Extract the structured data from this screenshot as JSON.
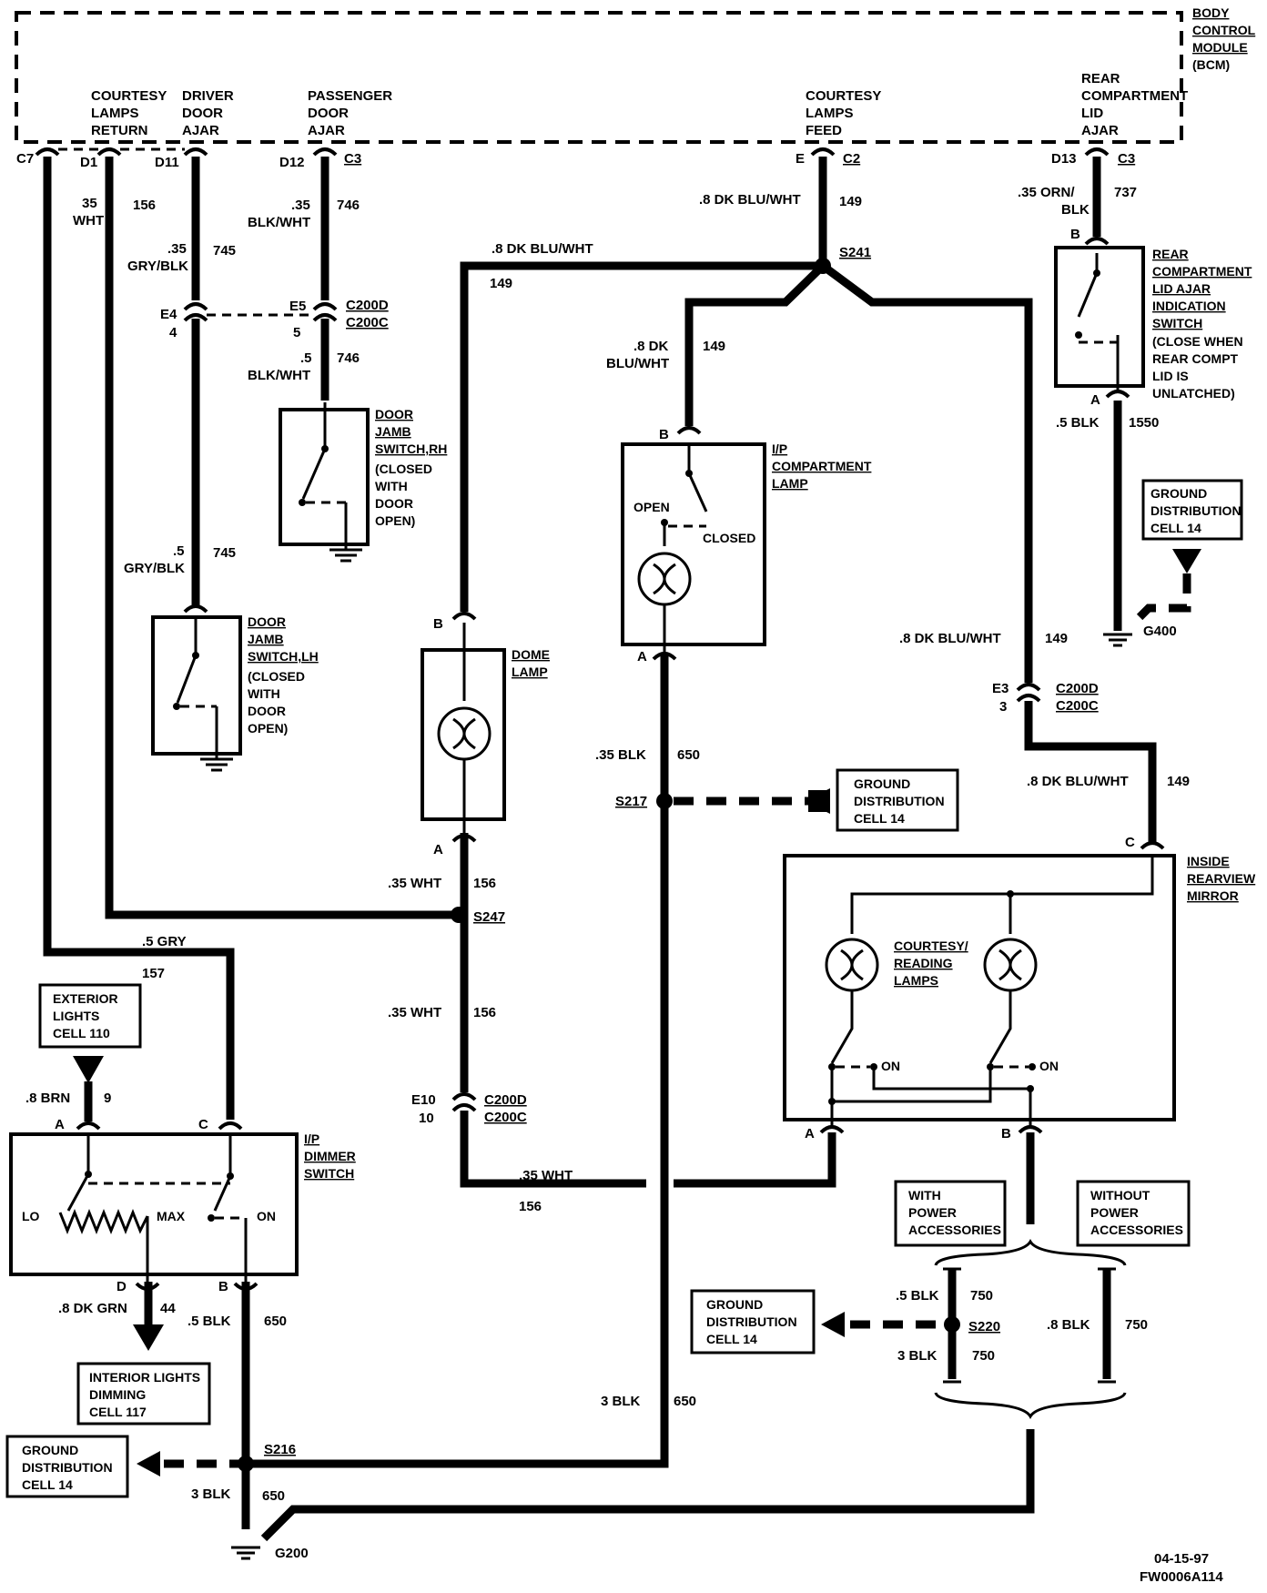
{
  "bcm": {
    "label": "BODY CONTROL MODULE (BCM)",
    "lines": [
      "BODY",
      "CONTROL",
      "MODULE",
      "(BCM)"
    ]
  },
  "pins": {
    "c7": "C7",
    "d1": "D1",
    "d11": "D11",
    "d12": "D12",
    "c3": "C3",
    "e": "E",
    "c2": "C2",
    "d13": "D13",
    "c3b": "C3"
  },
  "bcm_labels": {
    "courtesy_return": [
      "COURTESY",
      "LAMPS",
      "RETURN"
    ],
    "driver_door": [
      "DRIVER",
      "DOOR",
      "AJAR"
    ],
    "passenger_door": [
      "PASSENGER",
      "DOOR",
      "AJAR"
    ],
    "courtesy_feed": [
      "COURTESY",
      "LAMPS",
      "FEED"
    ],
    "rear_lid": [
      "REAR",
      "COMPARTMENT",
      "LID",
      "AJAR"
    ]
  },
  "wires": {
    "w156_top": [
      "35",
      "WHT",
      "156"
    ],
    "w745_top": [
      ".35",
      "GRY/BLK",
      "745"
    ],
    "w746_top": [
      ".35",
      "BLK/WHT",
      "746"
    ],
    "w746_low": [
      ".5",
      "BLK/WHT",
      "746"
    ],
    "w745_low": [
      ".5",
      "GRY/BLK",
      "745"
    ],
    "w149_feed": [
      ".8  DK  BLU/WHT",
      "149"
    ],
    "w737": [
      ".35  ORN/",
      "BLK",
      "737"
    ],
    "w1550": [
      ".5  BLK",
      "1550"
    ],
    "w149_dome": [
      ".8  DK  BLU/WHT",
      "149"
    ],
    "w149_ip": [
      ".8  DK",
      "BLU/WHT",
      "149"
    ],
    "w149_right": [
      ".8  DK  BLU/WHT",
      "149"
    ],
    "w149_mirror": [
      ".8  DK  BLU/WHT",
      "149"
    ],
    "w650_ip": [
      ".35  BLK",
      "650"
    ],
    "w156_s247": [
      ".35  WHT",
      "156"
    ],
    "w156_low": [
      ".35  WHT",
      "156"
    ],
    "w157": [
      ".5  GRY",
      "157"
    ],
    "w9": [
      ".8 BRN",
      "9"
    ],
    "w156_bottom": [
      ".35  WHT",
      "156"
    ],
    "w44": [
      ".8  DK  GRN",
      "44"
    ],
    "w650_dim": [
      ".5  BLK",
      "650"
    ],
    "w650_3blk": [
      "3 BLK",
      "650"
    ],
    "w650_g200": [
      "3 BLK",
      "650"
    ],
    "w750_a": [
      ".5 BLK",
      "750"
    ],
    "w750_b": [
      "3 BLK",
      "750"
    ],
    "w750_c": [
      ".8 BLK",
      "750"
    ]
  },
  "connectors": {
    "e4": [
      "E4",
      "4"
    ],
    "e5": [
      "E5",
      "5"
    ],
    "c200_a": [
      "C200D",
      "C200C"
    ],
    "e3": [
      "E3",
      "3"
    ],
    "c200_b": [
      "C200D",
      "C200C"
    ],
    "e10": [
      "E10",
      "10"
    ],
    "c200_c": [
      "C200D",
      "C200C"
    ]
  },
  "splices": {
    "s241": "S241",
    "s247": "S247",
    "s217": "S217",
    "s216": "S216",
    "s220": "S220"
  },
  "grounds": {
    "g400": "G400",
    "g200": "G200"
  },
  "components": {
    "rear_lid_switch": {
      "title": [
        "REAR",
        "COMPARTMENT",
        "LID AJAR",
        "INDICATION",
        "SWITCH"
      ],
      "note": [
        "(CLOSE  WHEN",
        "REAR  COMPT",
        "LID  IS",
        "UNLATCHED)"
      ],
      "pins": [
        "B",
        "A"
      ]
    },
    "door_jamb_rh": {
      "title": [
        "DOOR",
        "JAMB",
        "SWITCH,RH"
      ],
      "note": [
        "(CLOSED",
        "WITH",
        "DOOR",
        "OPEN)"
      ]
    },
    "door_jamb_lh": {
      "title": [
        "DOOR",
        "JAMB",
        "SWITCH,LH"
      ],
      "note": [
        "(CLOSED",
        "WITH",
        "DOOR",
        "OPEN)"
      ]
    },
    "ip_lamp": {
      "title": [
        "I/P",
        "COMPARTMENT",
        "LAMP"
      ],
      "open": "OPEN",
      "closed": "CLOSED",
      "pins": [
        "B",
        "A"
      ]
    },
    "dome_lamp": {
      "title": [
        "DOME",
        "LAMP"
      ],
      "pins": [
        "B",
        "A"
      ]
    },
    "mirror": {
      "title": [
        "INSIDE",
        "REARVIEW",
        "MIRROR"
      ],
      "lamps": [
        "COURTESY/",
        "READING",
        "LAMPS"
      ],
      "on": "ON",
      "pins": [
        "C",
        "A",
        "B"
      ]
    },
    "dimmer": {
      "title": [
        "I/P",
        "DIMMER",
        "SWITCH"
      ],
      "lo": "LO",
      "max": "MAX",
      "on": "ON",
      "pins": [
        "A",
        "C",
        "D",
        "B"
      ]
    }
  },
  "refs": {
    "gnd_top": [
      "GROUND",
      "DISTRIBUTION",
      "CELL  14"
    ],
    "gnd_s217": [
      "GROUND",
      "DISTRIBUTION",
      "CELL  14"
    ],
    "exterior": [
      "EXTERIOR",
      "LIGHTS",
      "CELL  110"
    ],
    "interior": [
      "INTERIOR  LIGHTS",
      "DIMMING",
      "CELL  117"
    ],
    "gnd_s216": [
      "GROUND",
      "DISTRIBUTION",
      "CELL  14"
    ],
    "gnd_s220": [
      "GROUND",
      "DISTRIBUTION",
      "CELL  14"
    ],
    "with_power": [
      "WITH",
      "POWER",
      "ACCESSORIES"
    ],
    "without_power": [
      "WITHOUT",
      "POWER",
      "ACCESSORIES"
    ]
  },
  "footer": {
    "date": "04-15-97",
    "code": "FW0006A114"
  }
}
